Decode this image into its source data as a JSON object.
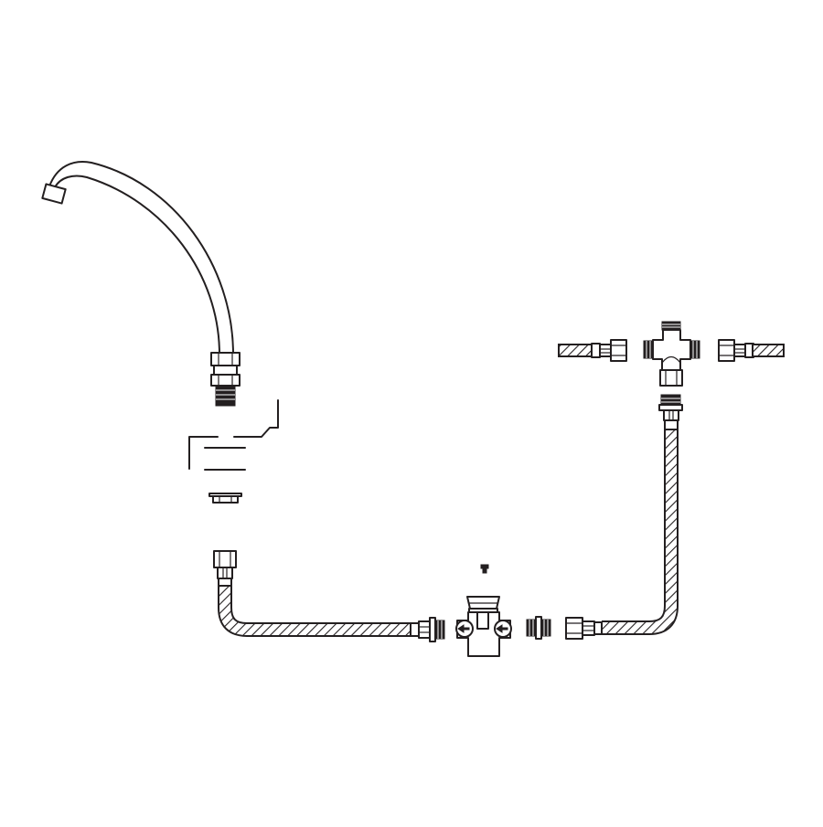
{
  "diagram": {
    "parts": [
      {
        "id": "spout",
        "icon": "curved-faucet-spout"
      },
      {
        "id": "spout-nut",
        "icon": "hex-nut-with-thread"
      },
      {
        "id": "mounting-hardware",
        "icon": "sink-mount-washers"
      },
      {
        "id": "left-hose",
        "icon": "braided-flex-hose"
      },
      {
        "id": "mixing-valve",
        "icon": "thermostatic-mixing-valve"
      },
      {
        "id": "nipple",
        "icon": "double-threaded-nipple"
      },
      {
        "id": "right-hose",
        "icon": "braided-flex-hose"
      },
      {
        "id": "tee-connector",
        "icon": "tee-fitting-with-supply-hoses"
      }
    ],
    "colors": {
      "line": "#231f20",
      "background": "#ffffff"
    }
  }
}
